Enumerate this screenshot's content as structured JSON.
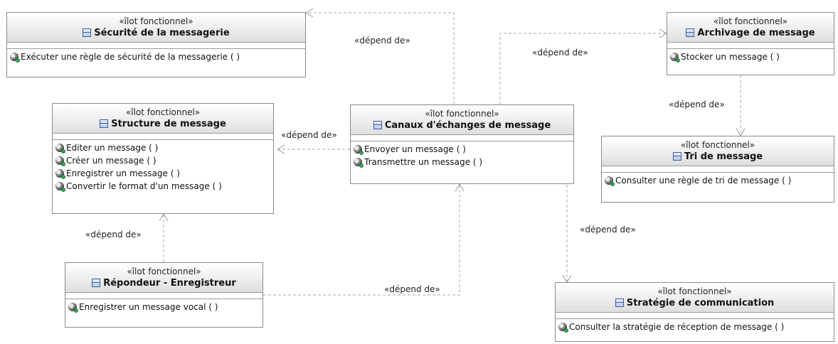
{
  "stereotype": "«îlot fonctionnel»",
  "dependency_label": "«dépend de»",
  "classes": {
    "securite": {
      "title": "Sécurité de la messagerie",
      "operations": [
        "Exécuter une règle de sécurité de la messagerie ( )"
      ]
    },
    "archivage": {
      "title": "Archivage de message",
      "operations": [
        "Stocker un message ( )"
      ]
    },
    "structure": {
      "title": "Structure de message",
      "operations": [
        "Editer un message ( )",
        "Créer un message ( )",
        "Enregistrer un message ( )",
        "Convertir le format d'un message ( )"
      ]
    },
    "canaux": {
      "title": "Canaux d'échanges de message",
      "operations": [
        "Envoyer un message ( )",
        "Transmettre un message ( )"
      ]
    },
    "tri": {
      "title": "Tri de message",
      "operations": [
        "Consulter une règle de tri de message ( )"
      ]
    },
    "repondeur": {
      "title": "Répondeur - Enregistreur",
      "operations": [
        "Enregistrer un message vocal ( )"
      ]
    },
    "strategie": {
      "title": "Stratégie de communication",
      "operations": [
        "Consulter la stratégie de réception de message ( )"
      ]
    }
  }
}
